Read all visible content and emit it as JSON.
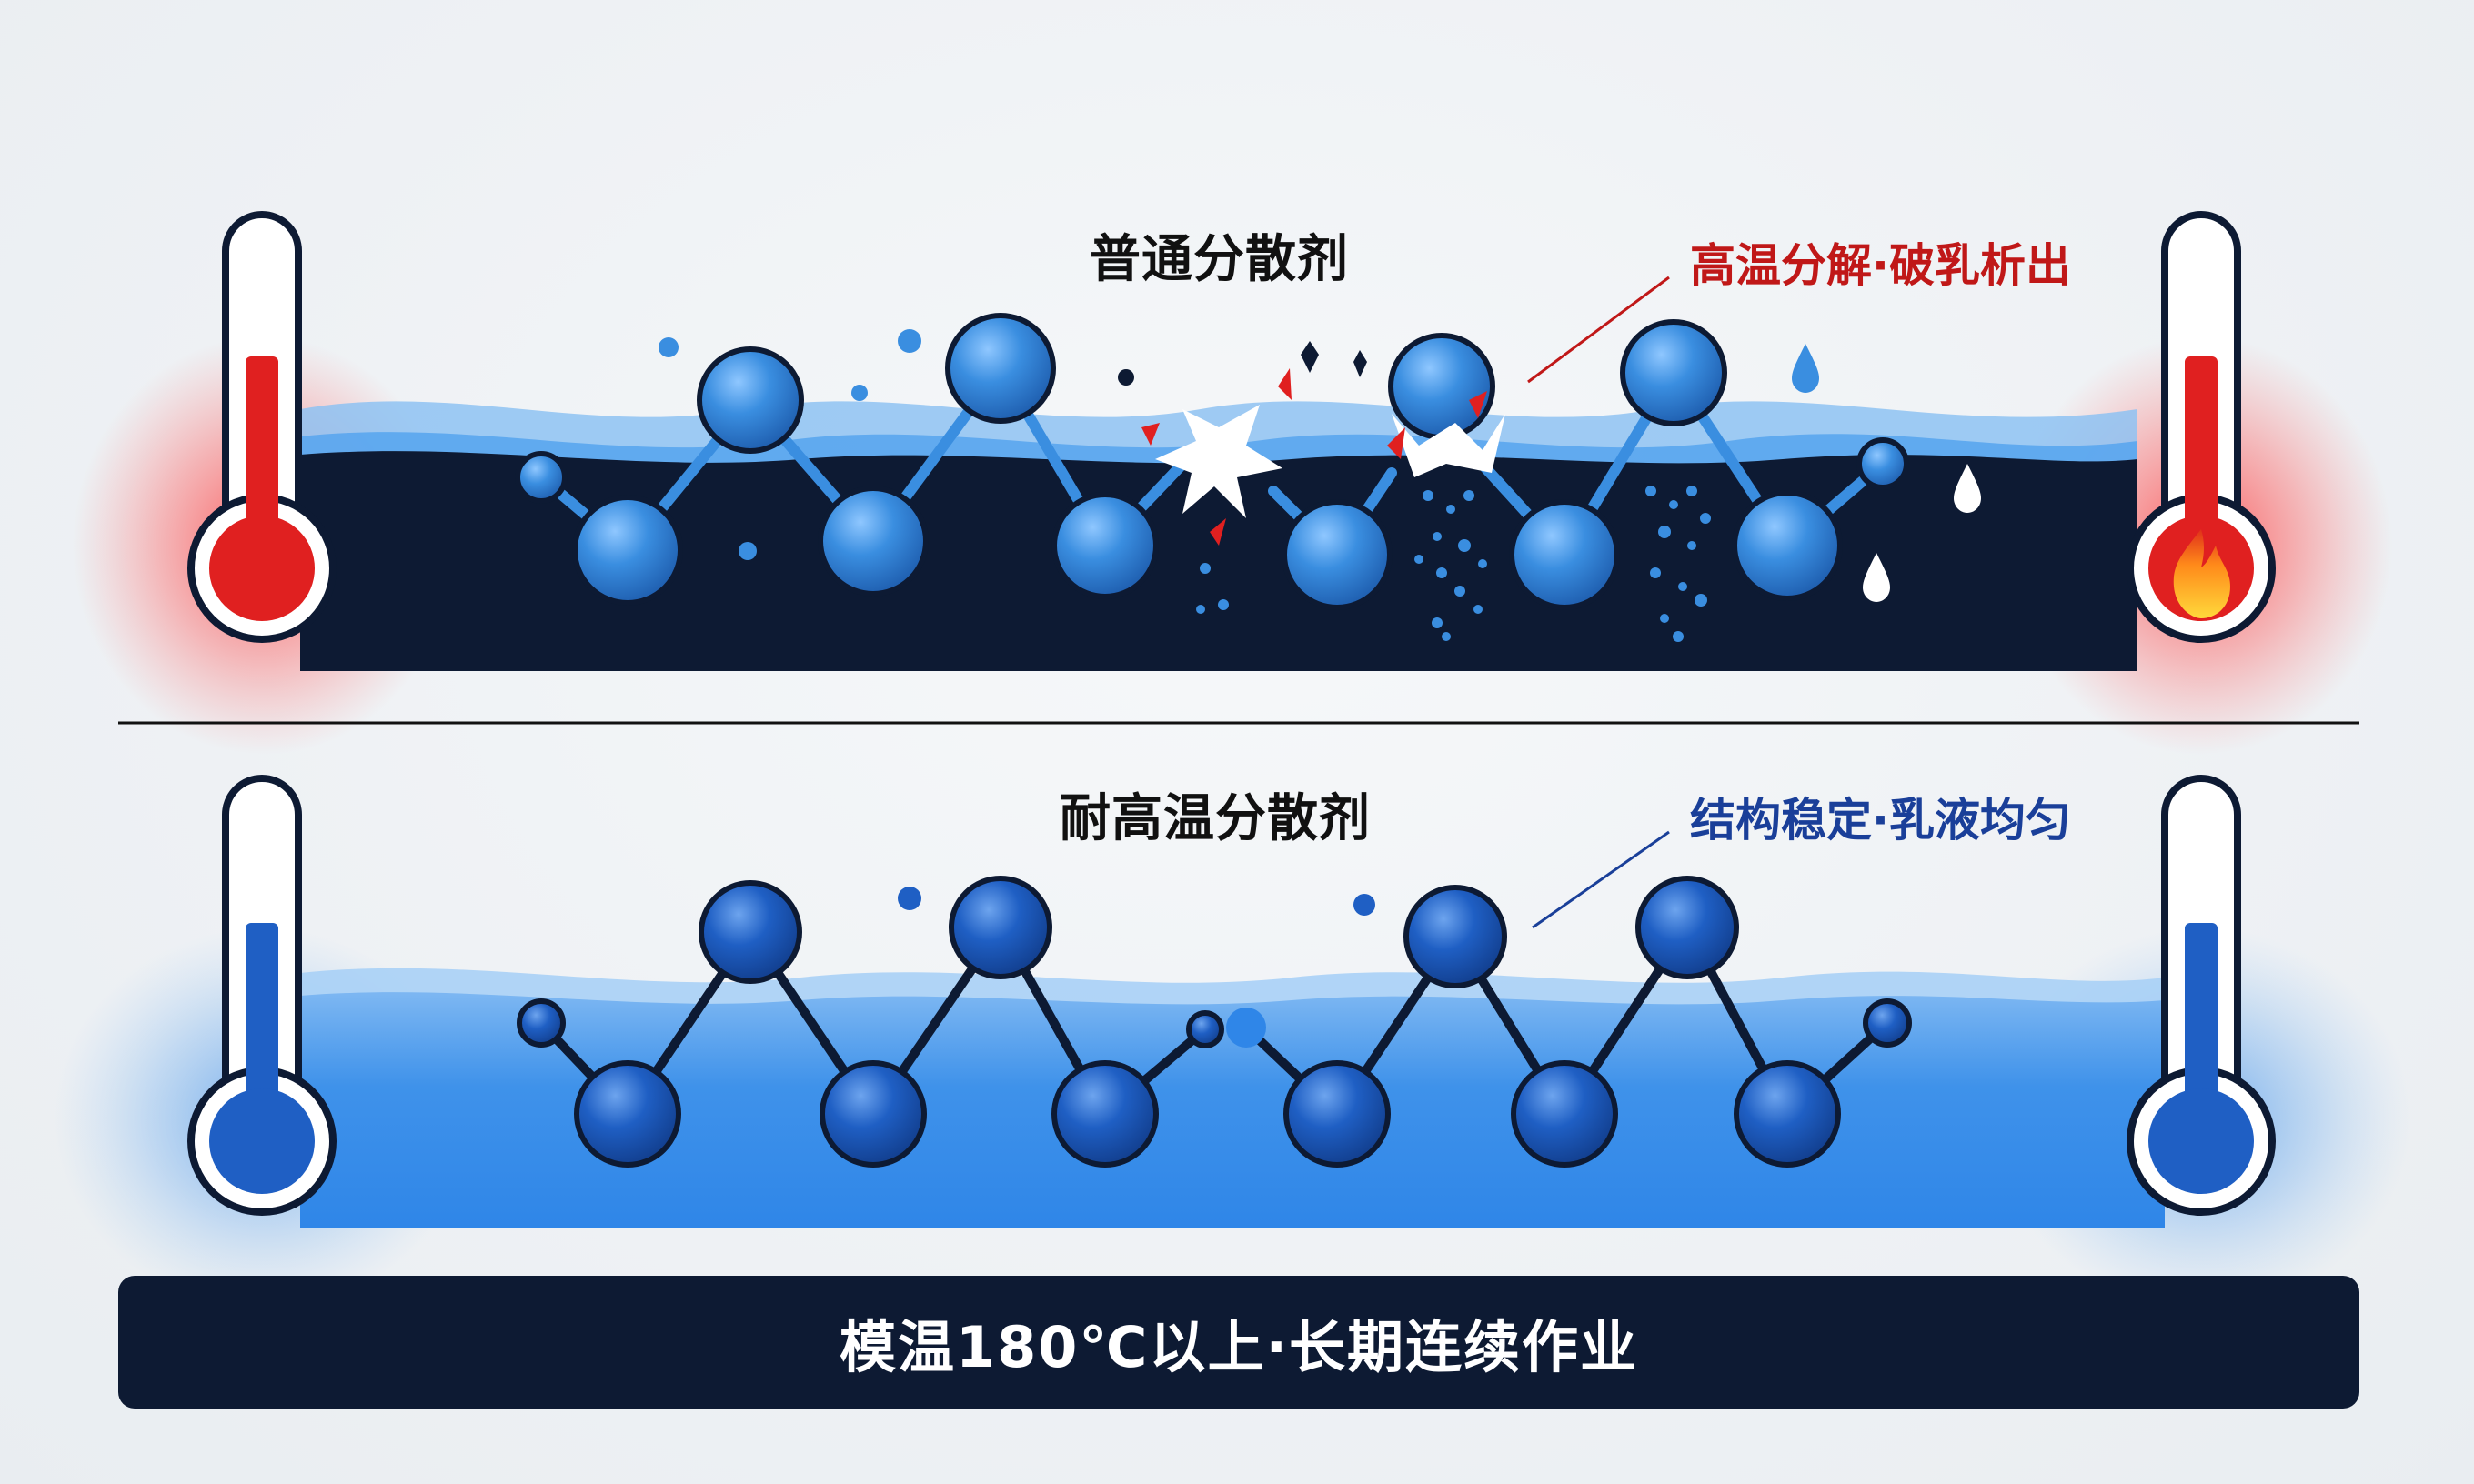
{
  "top_panel": {
    "title": "普通分散剂",
    "callout": "高温分解·破乳析出",
    "callout_color": "#c01818",
    "fluid_color": "#0d1a33",
    "molecule_color": "#3a8ee0",
    "thermometer_color": "#e02020"
  },
  "bottom_panel": {
    "title": "耐高温分散剂",
    "callout": "结构稳定·乳液均匀",
    "callout_color": "#1a3f99",
    "fluid_color": "#2f86e8",
    "molecule_color": "#1f5fc4",
    "thermometer_color": "#1f5fc4"
  },
  "footer": {
    "text": "模温180℃以上·长期连续作业"
  },
  "icons": {
    "left_top": "thermometer-hot-icon",
    "right_top": "thermometer-flame-icon",
    "left_bottom": "thermometer-cool-icon",
    "right_bottom": "thermometer-cool-icon",
    "break": "bond-break-icon",
    "droplet": "water-droplet-icon"
  }
}
